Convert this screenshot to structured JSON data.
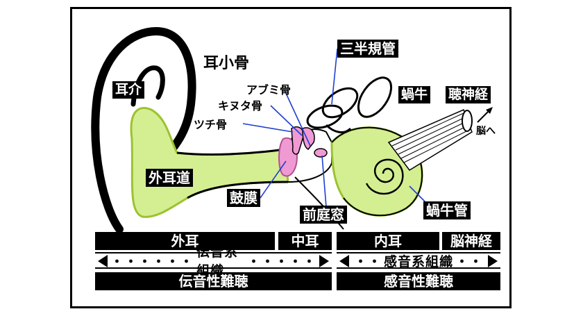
{
  "labels": {
    "auricle": "耳介",
    "ossicles": "耳小骨",
    "semicircular_canals": "三半規管",
    "stapes": "アブミ骨",
    "incus": "キヌタ骨",
    "malleus": "ツチ骨",
    "cochlea": "蝸牛",
    "auditory_nerve": "聴神経",
    "to_brain": "脳へ",
    "ear_canal": "外耳道",
    "eardrum": "鼓膜",
    "oval_window": "前庭窓",
    "cochlear_duct": "蝸牛管"
  },
  "table": {
    "outer_ear": "外耳",
    "middle_ear": "中耳",
    "inner_ear": "内耳",
    "cranial_nerve": "脳神経",
    "conductive_system": "伝音系組織",
    "sensorineural_system": "感音系組織",
    "conductive_hearing_loss": "伝音性難聴",
    "sensorineural_hearing_loss": "感音性難聴",
    "dots_left": "・・・・・・",
    "dots_right": "・・・・・",
    "dots_inner_left": "・・",
    "dots_inner_right": "・・"
  },
  "colors": {
    "canal_green": "#d4ee92",
    "outline_green": "#9cc230",
    "eardrum_pink": "#f09ad4",
    "leader_blue": "#1e3fd0",
    "ink": "#000000"
  }
}
